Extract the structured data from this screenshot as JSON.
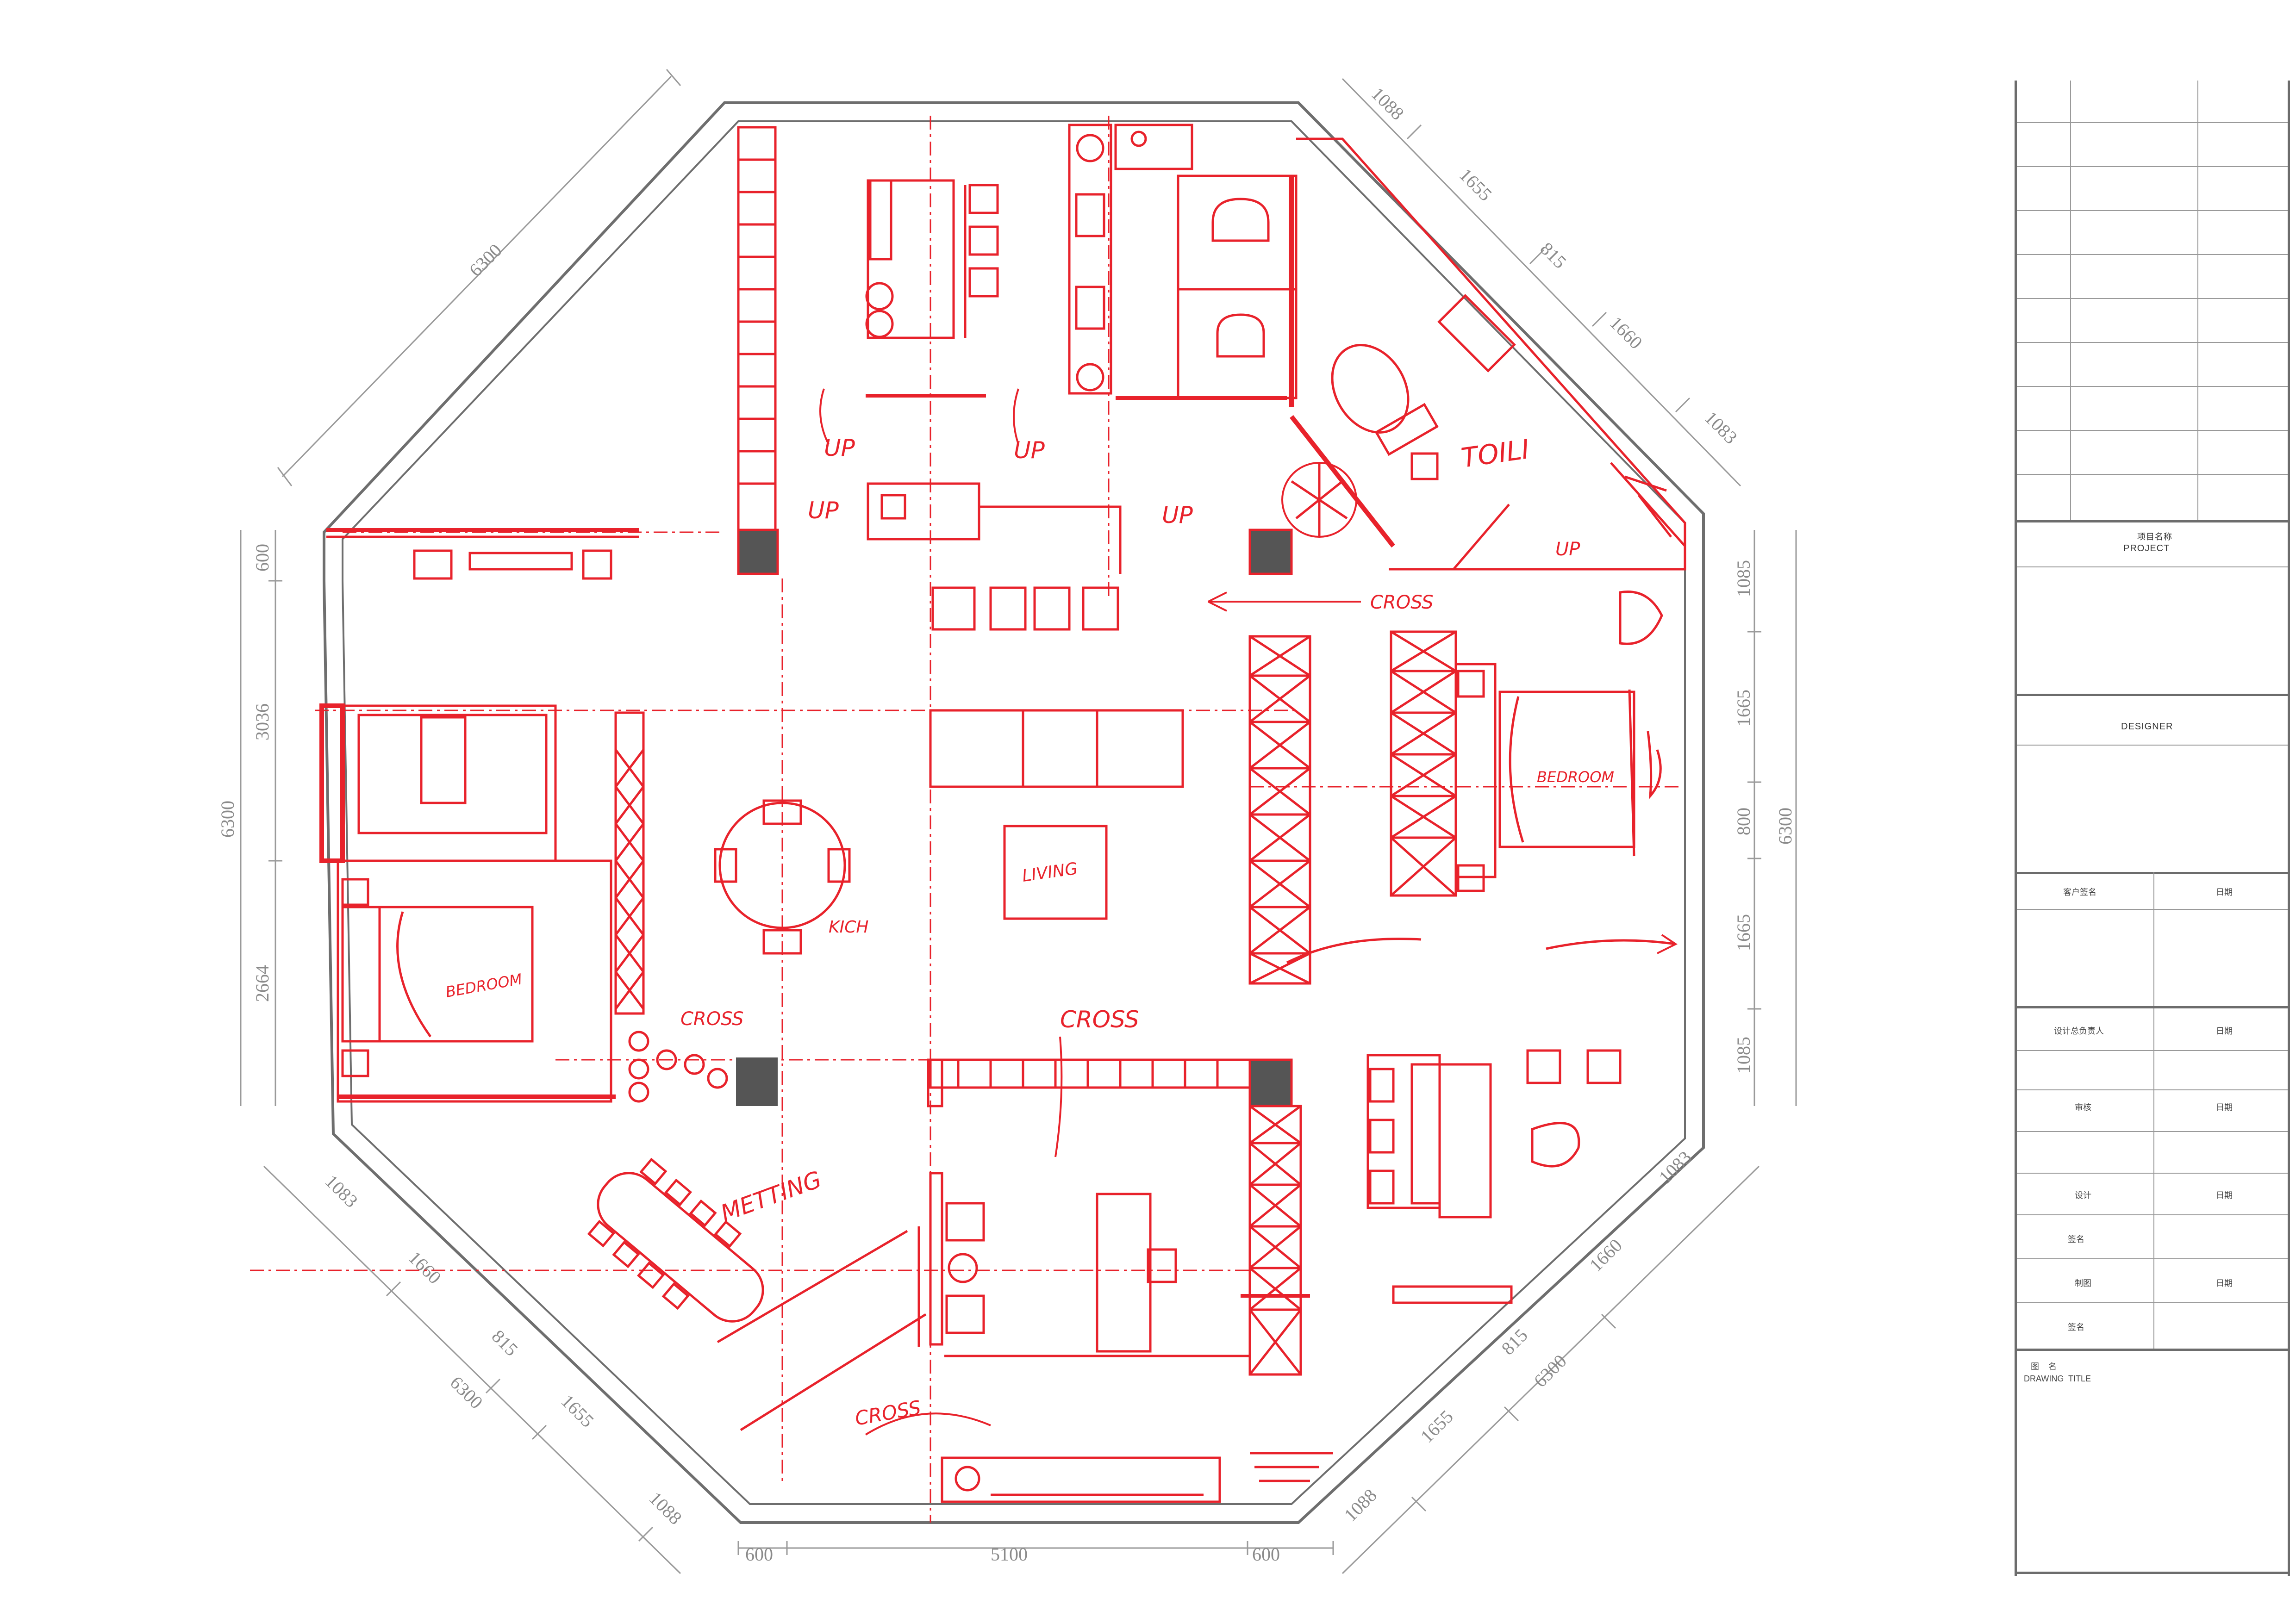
{
  "dimensions": {
    "top_left_diag": "6300",
    "top_right_diag": [
      "1088",
      "1655",
      "815",
      "1660",
      "1083"
    ],
    "left_vertical": [
      "600",
      "3036",
      "6300",
      "2664"
    ],
    "right_vertical": [
      "1085",
      "1665",
      "800",
      "6300",
      "1665",
      "1085"
    ],
    "bottom_left_diag": [
      "1083",
      "1660",
      "815",
      "6300",
      "1655",
      "1088"
    ],
    "bottom_right_diag": [
      "1083",
      "1660",
      "815",
      "6300",
      "1655",
      "1088"
    ],
    "bottom_horizontal": [
      "600",
      "5100",
      "600"
    ]
  },
  "room_labels": {
    "toilet": "TOILI",
    "up1": "UP",
    "up2": "UP",
    "up3": "UP",
    "up4": "UP",
    "up5": "UP",
    "cross_top": "CROSS",
    "bedroom_right": "BEDROOM",
    "bedroom_left": "BEDROOM",
    "living": "LIVING",
    "kitchen": "KICH",
    "cross_mid_left": "CROSS",
    "cross_mid": "CROSS",
    "meeting": "METTING",
    "cross_bottom": "CROSS"
  },
  "title_block": {
    "project_cn": "项目名称",
    "project_en": "PROJECT",
    "designer": "DESIGNER",
    "client_sign": "客户签名",
    "date1": "日期",
    "design_lead": "设计总负责人",
    "date2": "日期",
    "review": "审核",
    "date3": "日期",
    "design": "设计",
    "date4": "日期",
    "sign1": "签名",
    "drafting": "制图",
    "date5": "日期",
    "sign2": "签名",
    "drawing_title_cn": "图    名",
    "drawing_title_en": "DRAWING  TITLE"
  }
}
